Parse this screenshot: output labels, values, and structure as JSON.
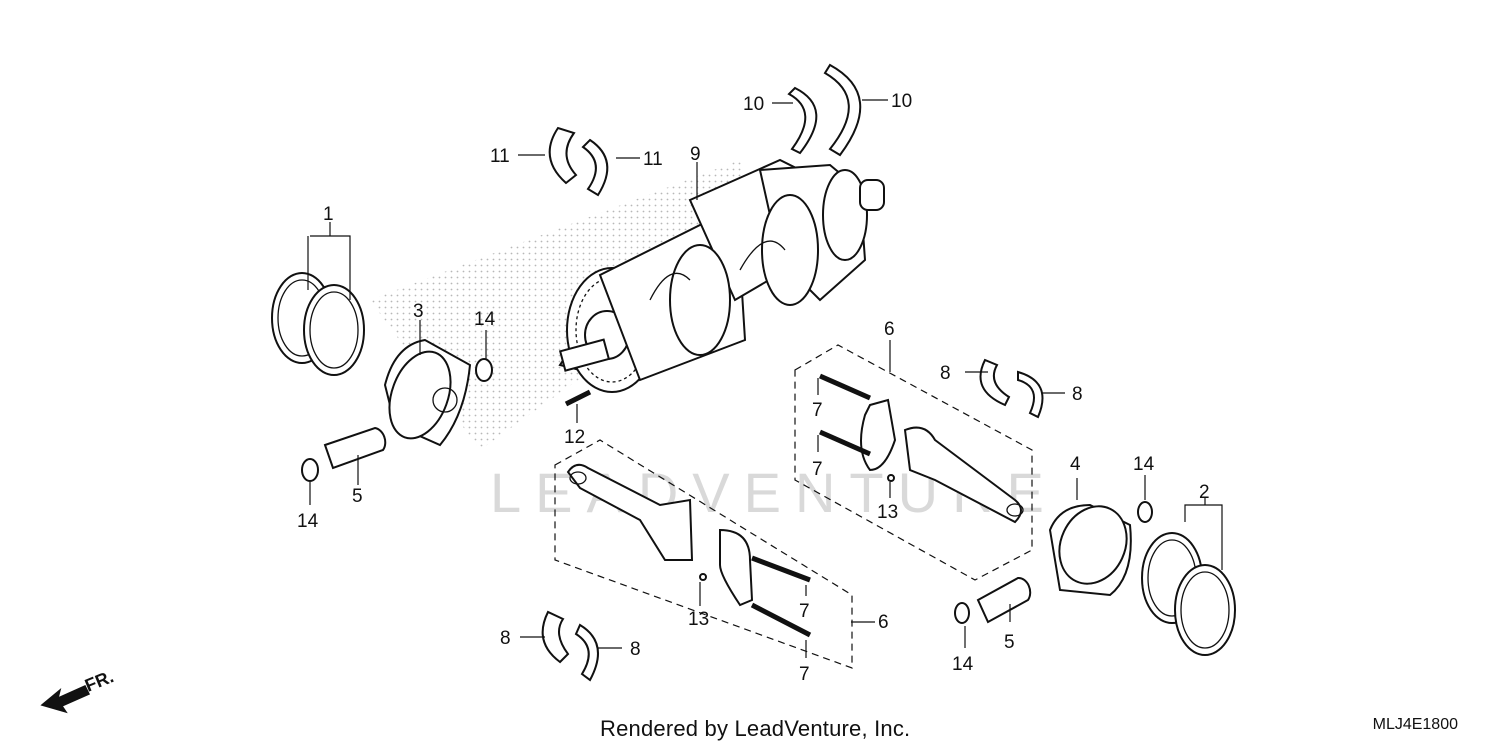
{
  "callouts": [
    {
      "id": "c1a",
      "text": "1"
    },
    {
      "id": "c2",
      "text": "2"
    },
    {
      "id": "c3",
      "text": "3"
    },
    {
      "id": "c4",
      "text": "4"
    },
    {
      "id": "c5a",
      "text": "5"
    },
    {
      "id": "c5b",
      "text": "5"
    },
    {
      "id": "c6a",
      "text": "6"
    },
    {
      "id": "c6b",
      "text": "6"
    },
    {
      "id": "c7a",
      "text": "7"
    },
    {
      "id": "c7b",
      "text": "7"
    },
    {
      "id": "c7c",
      "text": "7"
    },
    {
      "id": "c7d",
      "text": "7"
    },
    {
      "id": "c8a",
      "text": "8"
    },
    {
      "id": "c8b",
      "text": "8"
    },
    {
      "id": "c8c",
      "text": "8"
    },
    {
      "id": "c8d",
      "text": "8"
    },
    {
      "id": "c9",
      "text": "9"
    },
    {
      "id": "c10a",
      "text": "10"
    },
    {
      "id": "c10b",
      "text": "10"
    },
    {
      "id": "c11a",
      "text": "11"
    },
    {
      "id": "c11b",
      "text": "11"
    },
    {
      "id": "c12",
      "text": "12"
    },
    {
      "id": "c13a",
      "text": "13"
    },
    {
      "id": "c13b",
      "text": "13"
    },
    {
      "id": "c14a",
      "text": "14"
    },
    {
      "id": "c14b",
      "text": "14"
    },
    {
      "id": "c14c",
      "text": "14"
    },
    {
      "id": "c14d",
      "text": "14"
    }
  ],
  "direction_label": "FR.",
  "watermark": "LEADVENTURE",
  "footer_text": "Rendered by LeadVenture, Inc.",
  "diagram_code": "MLJ4E1800"
}
